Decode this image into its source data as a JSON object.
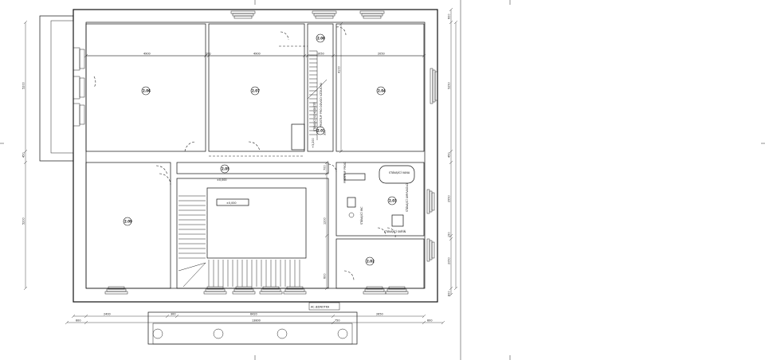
{
  "rooms": [
    {
      "id": "2.06",
      "name": ""
    },
    {
      "id": "2.07",
      "name": ""
    },
    {
      "id": "2.04",
      "name": ""
    },
    {
      "id": "2.05",
      "name": ""
    },
    {
      "id": "2.08",
      "name": ""
    },
    {
      "id": "2.09",
      "name": ""
    },
    {
      "id": "2.03",
      "name": ""
    },
    {
      "id": "2.02",
      "name": ""
    },
    {
      "id": "2.01",
      "name": ""
    }
  ],
  "labels": {
    "hall_label": "2.05",
    "stair_level": "±0,000",
    "level_small": "+3,200",
    "ac_unit": "AC JEDNOTKA",
    "existing_stair": "STÁVAJÍCÍ SCHODIŠTĚ",
    "existing_bath": "STÁVAJÍCÍ VANA",
    "existing_wc": "STÁVAJÍCÍ WC",
    "new_duct": "PROSTUP PRO ODVOD VZDUCHU",
    "existing_cabinet": "STÁVAJÍCÍ SKŘÍŇ",
    "existing_sink": "STÁVAJÍCÍ UMYVADLO",
    "shaft": "PROSTUP PROG",
    "level_hall": "±0,000"
  },
  "dims_top": [
    "4900",
    "100",
    "4900",
    "1050",
    "2050"
  ],
  "dims_bottom_row1": [
    "2400",
    "300",
    "6420",
    "2650"
  ],
  "dims_bottom_row2": [
    "600",
    "13800",
    "750",
    "600"
  ],
  "dims_left": [
    "5200",
    "450",
    "5200"
  ],
  "dims_right": [
    "600",
    "5250",
    "450",
    "2550",
    "150",
    "2050",
    "600"
  ],
  "dims_inner": [
    "1050",
    "700",
    "4100",
    "3850",
    "300",
    "150",
    "1465",
    "600",
    "1000",
    "1200",
    "3600",
    "600"
  ]
}
